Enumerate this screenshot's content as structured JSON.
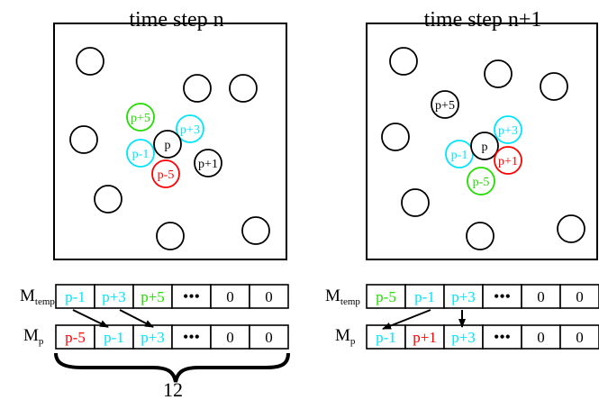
{
  "panels": [
    {
      "title": "time step n",
      "circles": [
        {
          "label": "",
          "color": "#000000"
        },
        {
          "label": "",
          "color": "#000000"
        },
        {
          "label": "",
          "color": "#000000"
        },
        {
          "label": "",
          "color": "#000000"
        },
        {
          "label": "",
          "color": "#000000"
        },
        {
          "label": "",
          "color": "#000000"
        },
        {
          "label": "",
          "color": "#000000"
        },
        {
          "label": "p+5",
          "color": "#22dd00"
        },
        {
          "label": "p+3",
          "color": "#00e5ff"
        },
        {
          "label": "p-1",
          "color": "#00e5ff"
        },
        {
          "label": "p",
          "color": "#000000"
        },
        {
          "label": "p+1",
          "color": "#000000"
        },
        {
          "label": "p-5",
          "color": "#ff0000"
        }
      ],
      "m_temp_cells": [
        {
          "text": "p-1",
          "color": "#00e5ff"
        },
        {
          "text": "p+3",
          "color": "#00e5ff"
        },
        {
          "text": "p+5",
          "color": "#22dd00"
        },
        {
          "text": "•••",
          "color": "#000000"
        },
        {
          "text": "0",
          "color": "#000000"
        },
        {
          "text": "0",
          "color": "#000000"
        }
      ],
      "m_p_cells": [
        {
          "text": "p-5",
          "color": "#ff0000"
        },
        {
          "text": "p-1",
          "color": "#00e5ff"
        },
        {
          "text": "p+3",
          "color": "#00e5ff"
        },
        {
          "text": "•••",
          "color": "#000000"
        },
        {
          "text": "0",
          "color": "#000000"
        },
        {
          "text": "0",
          "color": "#000000"
        }
      ]
    },
    {
      "title": "time step n+1",
      "circles": [
        {
          "label": "",
          "color": "#000000"
        },
        {
          "label": "",
          "color": "#000000"
        },
        {
          "label": "",
          "color": "#000000"
        },
        {
          "label": "",
          "color": "#000000"
        },
        {
          "label": "",
          "color": "#000000"
        },
        {
          "label": "",
          "color": "#000000"
        },
        {
          "label": "",
          "color": "#000000"
        },
        {
          "label": "p+5",
          "color": "#000000"
        },
        {
          "label": "p+3",
          "color": "#00e5ff"
        },
        {
          "label": "p-1",
          "color": "#00e5ff"
        },
        {
          "label": "p",
          "color": "#000000"
        },
        {
          "label": "p+1",
          "color": "#ff0000"
        },
        {
          "label": "p-5",
          "color": "#22dd00"
        }
      ],
      "m_temp_cells": [
        {
          "text": "p-5",
          "color": "#22dd00"
        },
        {
          "text": "p-1",
          "color": "#00e5ff"
        },
        {
          "text": "p+3",
          "color": "#00e5ff"
        },
        {
          "text": "•••",
          "color": "#000000"
        },
        {
          "text": "0",
          "color": "#000000"
        },
        {
          "text": "0",
          "color": "#000000"
        }
      ],
      "m_p_cells": [
        {
          "text": "p-1",
          "color": "#00e5ff"
        },
        {
          "text": "p+1",
          "color": "#ff0000"
        },
        {
          "text": "p+3",
          "color": "#00e5ff"
        },
        {
          "text": "•••",
          "color": "#000000"
        },
        {
          "text": "0",
          "color": "#000000"
        },
        {
          "text": "0",
          "color": "#000000"
        }
      ]
    }
  ],
  "row_labels": {
    "m_temp_main": "M",
    "m_temp_sub": "temp",
    "m_p_main": "M",
    "m_p_sub": "p"
  },
  "brace_label": "12"
}
